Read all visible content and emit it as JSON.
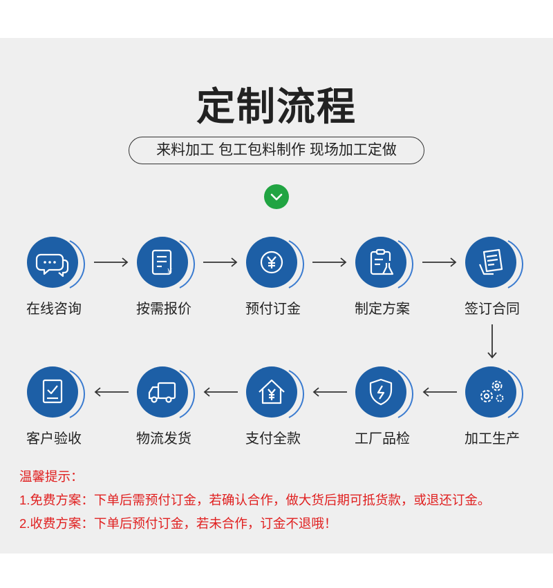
{
  "title": "定制流程",
  "subtitle": "来料加工 包工包料制作 现场加工定做",
  "steps_row1": [
    {
      "label": "在线咨询",
      "icon": "chat-bubbles-icon"
    },
    {
      "label": "按需报价",
      "icon": "quote-document-icon"
    },
    {
      "label": "预付订金",
      "icon": "yuan-coin-icon"
    },
    {
      "label": "制定方案",
      "icon": "clipboard-plan-icon"
    },
    {
      "label": "签订合同",
      "icon": "contract-signing-icon"
    }
  ],
  "steps_row2": [
    {
      "label": "客户验收",
      "icon": "checklist-icon"
    },
    {
      "label": "物流发货",
      "icon": "delivery-truck-icon"
    },
    {
      "label": "支付全款",
      "icon": "house-yuan-icon"
    },
    {
      "label": "工厂品检",
      "icon": "shield-lightning-icon"
    },
    {
      "label": "加工生产",
      "icon": "gears-icon"
    }
  ],
  "notes": {
    "heading": "温馨提示：",
    "line1": "1.免费方案：下单后需预付订金，若确认合作，做大货后期可抵货款，或退还订金。",
    "line2": "2.收费方案：下单后预付订金，若未合作，订金不退哦！"
  },
  "colors": {
    "circle": "#1d5fa6",
    "ring": "#3a7bd0",
    "badge": "#21a442",
    "note": "#e02020"
  }
}
